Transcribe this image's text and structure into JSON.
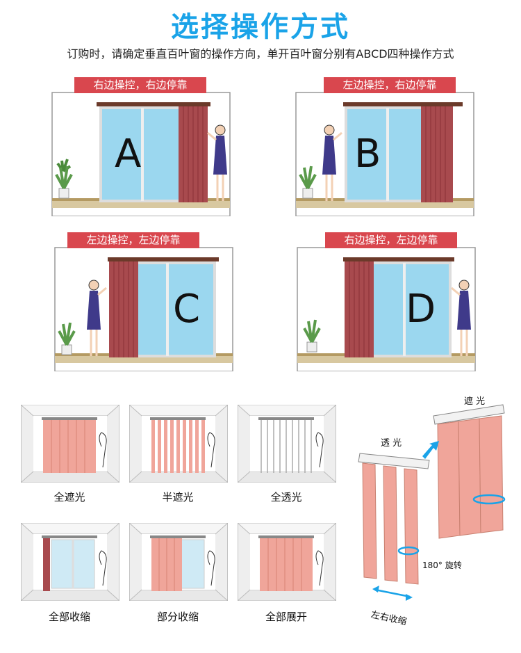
{
  "header": {
    "title": "选择操作方式",
    "subtitle": "订购时，请确定垂直百叶窗的操作方向，单开百叶窗分别有ABCD四种操作方式"
  },
  "modes": [
    {
      "label": "右边操控，右边停靠",
      "letter": "A"
    },
    {
      "label": "左边操控，右边停靠",
      "letter": "B"
    },
    {
      "label": "左边操控，左边停靠",
      "letter": "C"
    },
    {
      "label": "右边操控，左边停靠",
      "letter": "D"
    }
  ],
  "states": [
    "全遮光",
    "半遮光",
    "全透光",
    "全部收缩",
    "部分收缩",
    "全部展开"
  ],
  "diagram": {
    "shade_label": "遮 光",
    "light_label": "透 光",
    "rotate_label": "180° 旋转",
    "retract_label": "左右收缩"
  },
  "colors": {
    "title": "#1aa3e8",
    "label_bg": "#d9474e",
    "curtain": "#a84a4e",
    "blind_pink": "#f0a59a"
  }
}
